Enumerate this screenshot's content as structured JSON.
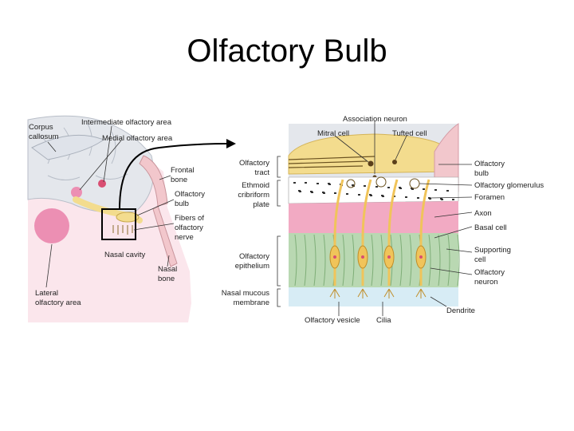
{
  "title": "Olfactory Bulb",
  "left_panel": {
    "labels": {
      "corpus_callosum_1": "Corpus",
      "corpus_callosum_2": "callosum",
      "intermediate_area": "Intermediate olfactory area",
      "medial_area": "Medial olfactory area",
      "frontal_bone_1": "Frontal",
      "frontal_bone_2": "bone",
      "olfactory_bulb_1": "Olfactory",
      "olfactory_bulb_2": "bulb",
      "fibers_1": "Fibers of",
      "fibers_2": "olfactory",
      "fibers_3": "nerve",
      "nasal_cavity": "Nasal cavity",
      "nasal_bone_1": "Nasal",
      "nasal_bone_2": "bone",
      "lateral_area_1": "Lateral",
      "lateral_area_2": "olfactory area"
    }
  },
  "right_panel": {
    "top_labels": {
      "association_neuron": "Association neuron",
      "mitral_cell": "Mitral cell",
      "tufted_cell": "Tufted cell"
    },
    "left_labels": {
      "olfactory_tract_1": "Olfactory",
      "olfactory_tract_2": "tract",
      "ethmoid_1": "Ethmoid",
      "ethmoid_2": "cribriform",
      "ethmoid_3": "plate",
      "epithelium_1": "Olfactory",
      "epithelium_2": "epithelium",
      "mucous_1": "Nasal mucous",
      "mucous_2": "membrane"
    },
    "right_labels": {
      "olfactory_bulb_1": "Olfactory",
      "olfactory_bulb_2": "bulb",
      "glomerulus": "Olfactory glomerulus",
      "foramen": "Foramen",
      "axon": "Axon",
      "basal_cell": "Basal cell",
      "supporting_1": "Supporting",
      "supporting_2": "cell",
      "neuron_1": "Olfactory",
      "neuron_2": "neuron"
    },
    "bottom_labels": {
      "dendrite": "Dendrite",
      "vesicle": "Olfactory vesicle",
      "cilia": "Cilia"
    }
  },
  "colors": {
    "bulb_yellow": "#f3dc8e",
    "bone_pink": "#f2c7cc",
    "brain_grey": "#e4e7ec",
    "mucosa_pink": "#f2aac3",
    "epithelium_green": "#b9d8b2",
    "neuron_orange": "#f0c45a",
    "mucous_blue": "#d7ecf5",
    "accent_red": "#d94e72"
  }
}
